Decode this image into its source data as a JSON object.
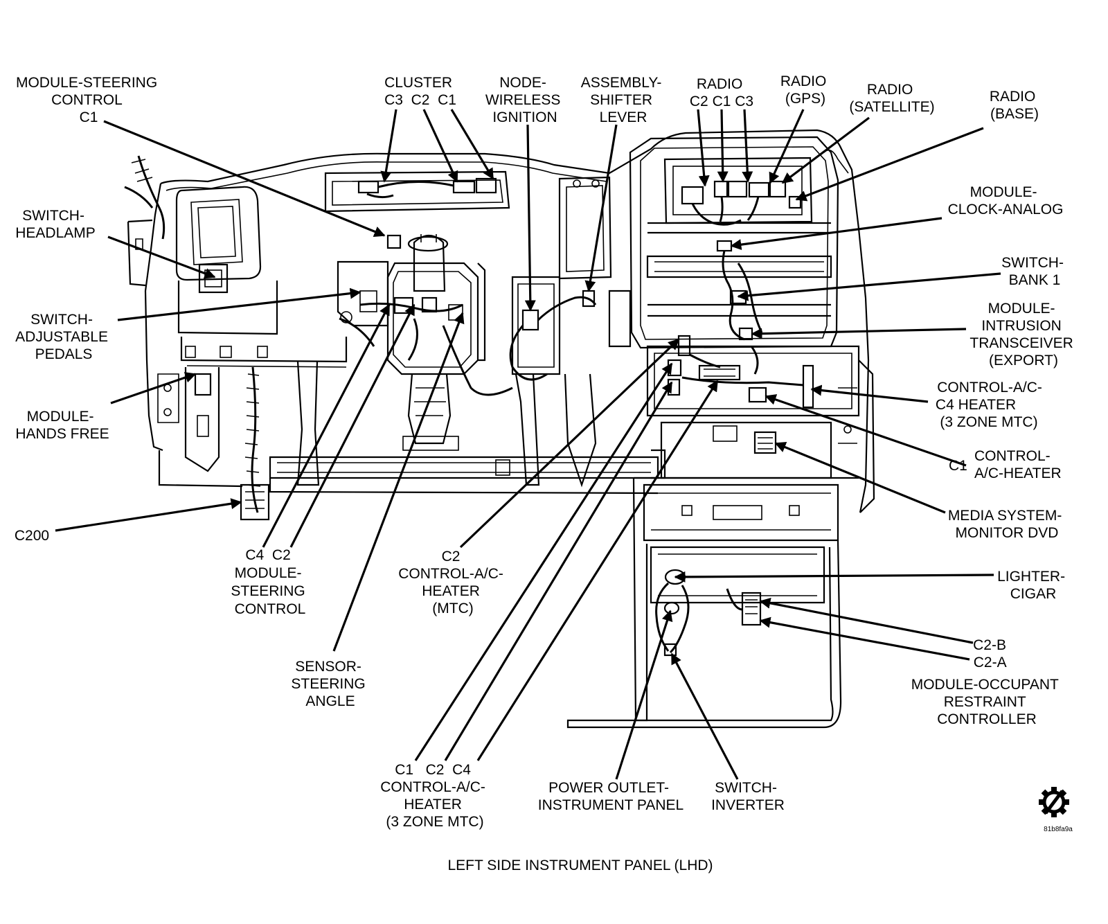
{
  "figure": {
    "caption": "LEFT SIDE INSTRUMENT PANEL (LHD)",
    "figure_id": "81b8fa9a",
    "service_icon": "gear-slash-icon"
  },
  "callouts": [
    {
      "id": "module-steering-control-c1",
      "lines": [
        "MODULE-STEERING",
        "CONTROL",
        "C1"
      ]
    },
    {
      "id": "cluster",
      "lines": [
        "CLUSTER",
        "C3  C2  C1"
      ]
    },
    {
      "id": "node-wireless-ignition",
      "lines": [
        "NODE-",
        "WIRELESS",
        "IGNITION"
      ]
    },
    {
      "id": "assembly-shifter-lever",
      "lines": [
        "ASSEMBLY-",
        "SHIFTER",
        "LEVER"
      ]
    },
    {
      "id": "radio",
      "lines": [
        "RADIO",
        "C2 C1 C3"
      ]
    },
    {
      "id": "radio-gps",
      "lines": [
        "RADIO",
        "(GPS)"
      ]
    },
    {
      "id": "radio-satellite",
      "lines": [
        "RADIO",
        "(SATELLITE)"
      ]
    },
    {
      "id": "radio-base",
      "lines": [
        "RADIO",
        "(BASE)"
      ]
    },
    {
      "id": "switch-headlamp",
      "lines": [
        "SWITCH-",
        "HEADLAMP"
      ]
    },
    {
      "id": "module-clock-analog",
      "lines": [
        "MODULE-",
        "CLOCK-ANALOG"
      ]
    },
    {
      "id": "switch-bank-1",
      "lines": [
        "SWITCH-",
        "BANK 1"
      ]
    },
    {
      "id": "switch-adjustable-pedals",
      "lines": [
        "SWITCH-",
        "ADJUSTABLE",
        "PEDALS"
      ]
    },
    {
      "id": "module-intrusion-transceiver",
      "lines": [
        "MODULE-",
        "INTRUSION",
        "TRANSCEIVER",
        "(EXPORT)"
      ]
    },
    {
      "id": "control-ac-heater-3zone-c4",
      "lines": [
        "CONTROL-A/C-",
        "C4 HEATER",
        "(3 ZONE MTC)"
      ]
    },
    {
      "id": "module-hands-free",
      "lines": [
        "MODULE-",
        "HANDS FREE"
      ]
    },
    {
      "id": "control-ac-heater-c1",
      "lines": [
        "CONTROL-",
        "C1",
        "A/C-HEATER"
      ]
    },
    {
      "id": "c200",
      "lines": [
        "C200"
      ]
    },
    {
      "id": "media-system-monitor-dvd",
      "lines": [
        "MEDIA SYSTEM-",
        "MONITOR DVD"
      ]
    },
    {
      "id": "module-steering-control-c4c2",
      "lines": [
        "C4  C2",
        "MODULE-",
        "STEERING",
        "CONTROL"
      ]
    },
    {
      "id": "control-ac-heater-mtc-c2",
      "lines": [
        "C2",
        "CONTROL-A/C-",
        "HEATER",
        "(MTC)"
      ]
    },
    {
      "id": "lighter-cigar",
      "lines": [
        "LIGHTER-",
        "CIGAR"
      ]
    },
    {
      "id": "sensor-steering-angle",
      "lines": [
        "SENSOR-",
        "STEERING",
        "ANGLE"
      ]
    },
    {
      "id": "module-occupant-restraint",
      "lines": [
        "C2-B",
        "C2-A",
        "MODULE-OCCUPANT",
        "RESTRAINT",
        "CONTROLLER"
      ]
    },
    {
      "id": "control-ac-heater-3zone",
      "lines": [
        "C1   C2  C4",
        "CONTROL-A/C-",
        "HEATER",
        "(3 ZONE MTC)"
      ]
    },
    {
      "id": "power-outlet-instrument-panel",
      "lines": [
        "POWER OUTLET-",
        "INSTRUMENT PANEL"
      ]
    },
    {
      "id": "switch-inverter",
      "lines": [
        "SWITCH-",
        "INVERTER"
      ]
    }
  ]
}
